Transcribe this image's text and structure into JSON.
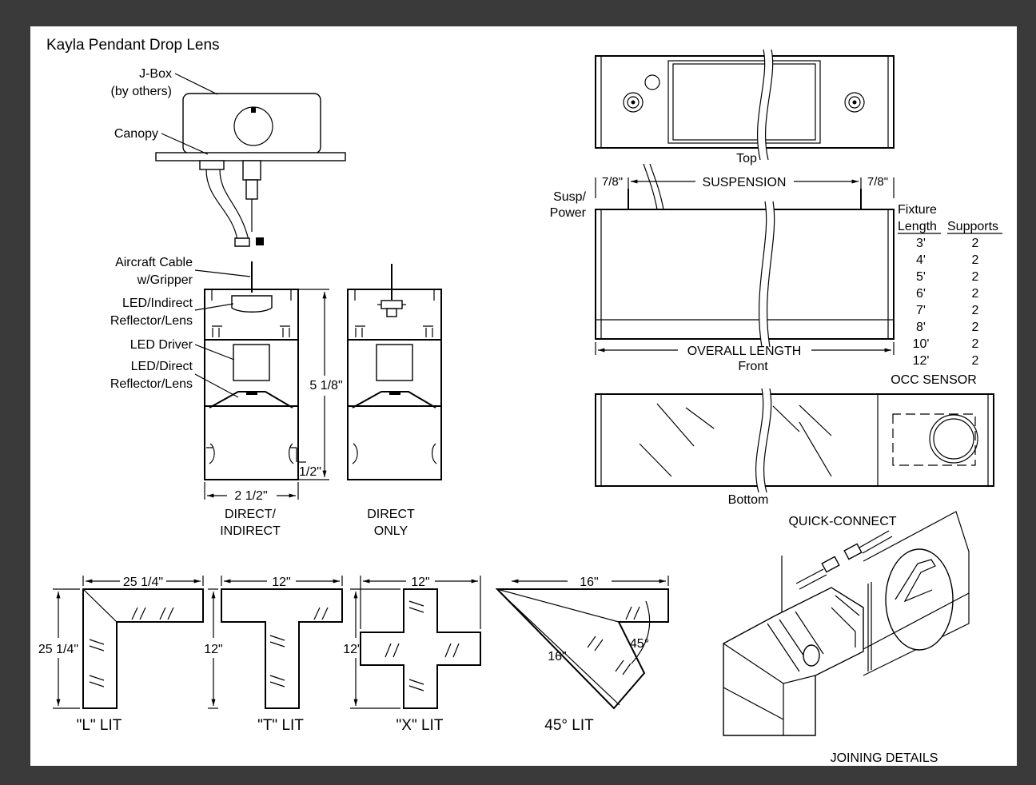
{
  "title": "Kayla Pendant Drop Lens",
  "section_labels": {
    "jbox": [
      "J-Box",
      "(by others)"
    ],
    "canopy": "Canopy",
    "aircraft_cable": [
      "Aircraft Cable",
      "w/Gripper"
    ],
    "led_indirect": [
      "LED/Indirect",
      "Reflector/Lens"
    ],
    "led_driver": "LED Driver",
    "led_direct": [
      "LED/Direct",
      "Reflector/Lens"
    ],
    "height_dim": "5 1/8\"",
    "half_inch": "1/2\"",
    "width_dim": "2 1/2\"",
    "direct_indirect": [
      "DIRECT/",
      "INDIRECT"
    ],
    "direct_only": [
      "DIRECT",
      "ONLY"
    ]
  },
  "views": {
    "top": "Top",
    "front": "Front",
    "bottom": "Bottom",
    "susp_power": [
      "Susp/",
      "Power"
    ],
    "seven_eighths": "7/8\"",
    "suspension": "SUSPENSION",
    "overall_length": "OVERALL LENGTH",
    "occ_sensor": "OCC SENSOR"
  },
  "supports_table": {
    "header_top": "Fixture",
    "col_length": "Length",
    "col_supports": "Supports",
    "rows": [
      {
        "length": "3'",
        "supports": "2"
      },
      {
        "length": "4'",
        "supports": "2"
      },
      {
        "length": "5'",
        "supports": "2"
      },
      {
        "length": "6'",
        "supports": "2"
      },
      {
        "length": "7'",
        "supports": "2"
      },
      {
        "length": "8'",
        "supports": "2"
      },
      {
        "length": "10'",
        "supports": "2"
      },
      {
        "length": "12'",
        "supports": "2"
      }
    ]
  },
  "configs": {
    "l": {
      "label": "\"L\" LIT",
      "width": "25 1/4\"",
      "height": "25 1/4\""
    },
    "t": {
      "label": "\"T\" LIT",
      "width": "12\"",
      "height": "12\""
    },
    "x": {
      "label": "\"X\" LIT",
      "width": "12\"",
      "height": "12\""
    },
    "d45": {
      "label": "45° LIT",
      "width": "16\"",
      "side": "16\"",
      "angle": "45°"
    }
  },
  "joining": {
    "quick_connect": "QUICK-CONNECT",
    "joining_details": "JOINING DETAILS"
  }
}
